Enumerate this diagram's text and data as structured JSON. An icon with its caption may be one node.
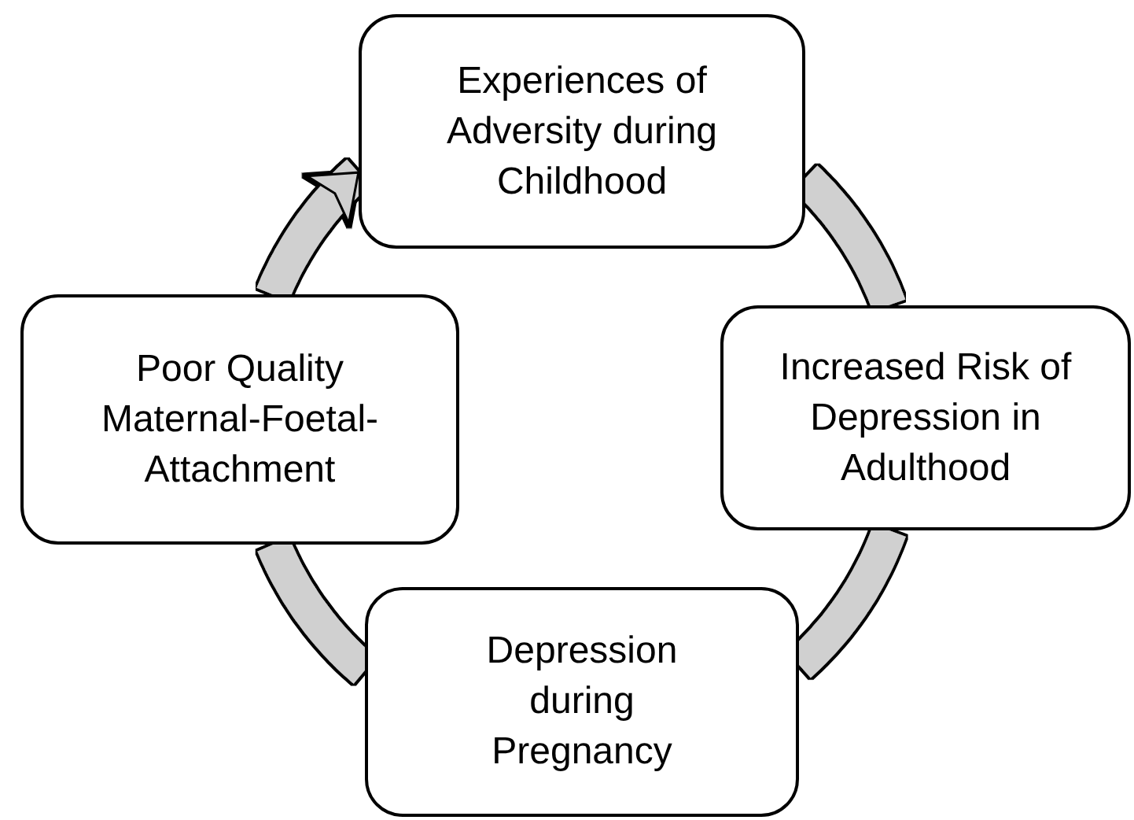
{
  "diagram": {
    "nodes": [
      {
        "text": [
          "Experiences of Adversity during Childhood"
        ]
      },
      {
        "text": [
          "Increased Risk of Depression in Adulthood"
        ]
      },
      {
        "text": [
          "Depression during Pregnancy"
        ]
      },
      {
        "text": [
          "Poor Quality Maternal-Foetal-Attachment"
        ]
      }
    ],
    "edges": [
      {
        "from": 0,
        "to": 1,
        "arrow": "none"
      },
      {
        "from": 1,
        "to": 2,
        "arrow": "none"
      },
      {
        "from": 2,
        "to": 3,
        "arrow": "none"
      },
      {
        "from": 3,
        "to": 0,
        "arrow": "to"
      }
    ]
  }
}
